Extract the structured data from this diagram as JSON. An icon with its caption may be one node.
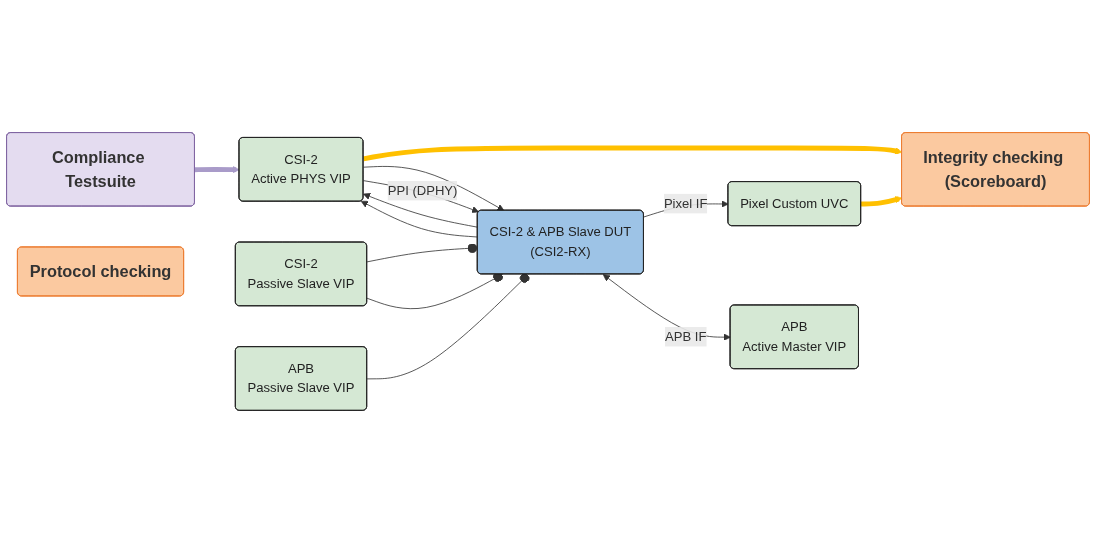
{
  "diagram": {
    "nodes": [
      {
        "text": [
          "Integrity checking (Scoreboard)"
        ]
      },
      {
        "text": [
          "Pixel Custom UVC"
        ]
      },
      {
        "text": [
          "Compliance Testsuite"
        ]
      },
      {
        "text": [
          "CSI-2",
          "Active PHYS VIP"
        ]
      },
      {
        "text": [
          "CSI-2 & APB Slave DUT",
          "(CSI2-RX)"
        ]
      },
      {
        "text": [
          "APB",
          "Active Master VIP"
        ]
      },
      {
        "text": [
          "Protocol checking"
        ]
      },
      {
        "text": [
          "CSI-2",
          "Passive Slave VIP"
        ]
      },
      {
        "text": [
          "APB",
          "Passive Slave VIP"
        ]
      }
    ],
    "edges": [
      {
        "from": 2,
        "to": 3,
        "arrow": "to",
        "style": "thick",
        "color": "#a99bc9"
      },
      {
        "from": 3,
        "to": 0,
        "arrow": "to",
        "style": "thick",
        "color": "#ffc000"
      },
      {
        "from": 1,
        "to": 0,
        "arrow": "to",
        "style": "thick",
        "color": "#ffc000"
      },
      {
        "from": 4,
        "to": 1,
        "arrow": "to",
        "label": "Pixel IF"
      },
      {
        "from": 3,
        "to": 4,
        "arrow": "to"
      },
      {
        "from": 3,
        "to": 4,
        "arrow": "to",
        "label": "PPI (DPHY)"
      },
      {
        "from": 4,
        "to": 3,
        "arrow": "to"
      },
      {
        "from": 4,
        "to": 3,
        "arrow": "to"
      },
      {
        "from": 4,
        "to": 5,
        "arrow": "both",
        "label": "APB IF"
      },
      {
        "from": 7,
        "to": 4,
        "arrow": "other"
      },
      {
        "from": 7,
        "to": 4,
        "arrow": "other"
      },
      {
        "from": 8,
        "to": 4,
        "arrow": "other"
      }
    ]
  }
}
